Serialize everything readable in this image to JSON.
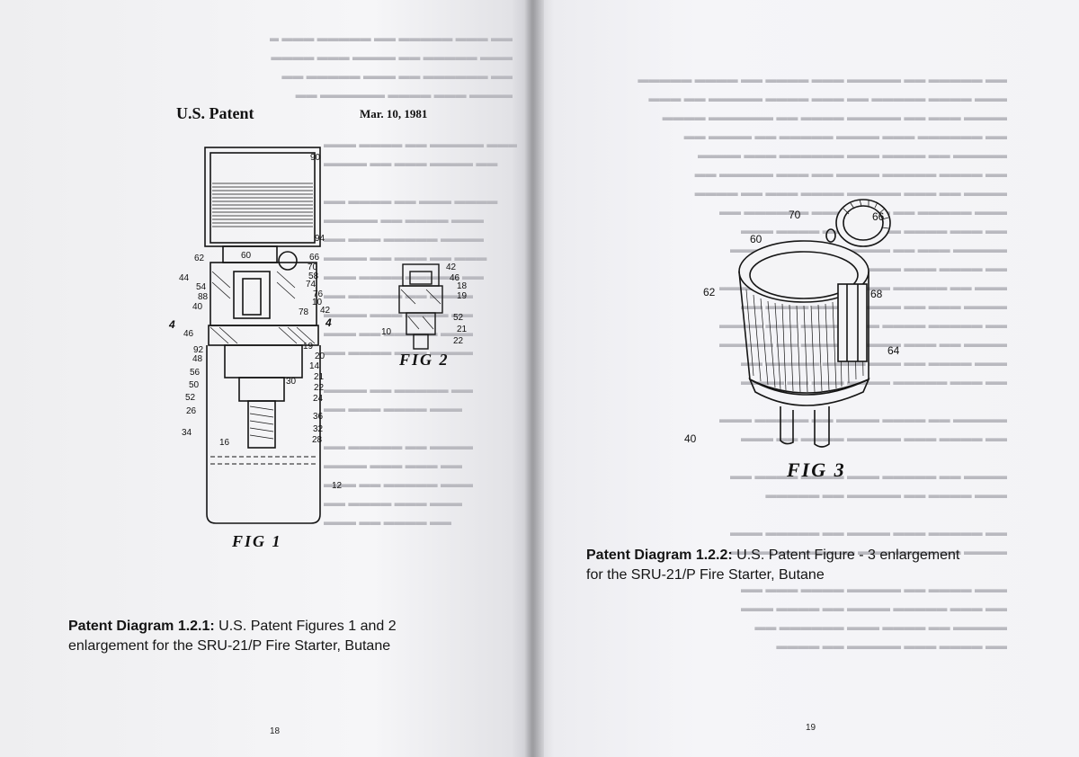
{
  "left_page": {
    "patent_title": "U.S. Patent",
    "patent_date": "Mar. 10, 1981",
    "fig1_label": "FIG 1",
    "fig2_label": "FIG 2",
    "fig1_callouts": [
      "90",
      "94",
      "62",
      "60",
      "66",
      "70",
      "58",
      "74",
      "76",
      "10",
      "42",
      "78",
      "44",
      "54",
      "88",
      "40",
      "4",
      "4",
      "46",
      "92",
      "48",
      "19",
      "20",
      "14",
      "56",
      "50",
      "30",
      "21",
      "22",
      "52",
      "24",
      "26",
      "36",
      "32",
      "28",
      "34",
      "16",
      "12"
    ],
    "fig2_callouts": [
      "42",
      "46",
      "18",
      "19",
      "52",
      "21",
      "22",
      "10"
    ],
    "caption_bold": "Patent Diagram 1.2.1:",
    "caption_line1": " U.S. Patent Figures 1 and 2",
    "caption_line2": "enlargement for the SRU-21/P Fire Starter, Butane",
    "page_number": "18"
  },
  "right_page": {
    "fig3_label": "FIG 3",
    "fig3_callouts": [
      "70",
      "66",
      "60",
      "62",
      "68",
      "64",
      "40"
    ],
    "caption_bold": "Patent Diagram 1.2.2:",
    "caption_line1": " U.S. Patent Figure - 3 enlargement",
    "caption_line2": "for the SRU-21/P Fire Starter, Butane",
    "page_number": "19"
  }
}
